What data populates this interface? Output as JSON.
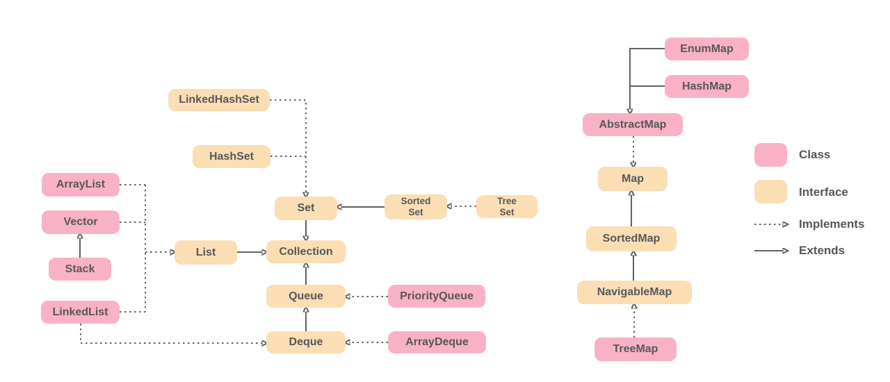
{
  "diagram": {
    "nodes": [
      {
        "id": "linkedhashset",
        "label": "LinkedHashSet",
        "style": "interface-color"
      },
      {
        "id": "hashset",
        "label": "HashSet",
        "style": "interface-color"
      },
      {
        "id": "arraylist",
        "label": "ArrayList",
        "style": "class-color"
      },
      {
        "id": "vector",
        "label": "Vector",
        "style": "class-color"
      },
      {
        "id": "stack",
        "label": "Stack",
        "style": "class-color"
      },
      {
        "id": "linkedlist",
        "label": "LinkedList",
        "style": "class-color"
      },
      {
        "id": "list",
        "label": "List",
        "style": "interface-color"
      },
      {
        "id": "set",
        "label": "Set",
        "style": "interface-color"
      },
      {
        "id": "collection",
        "label": "Collection",
        "style": "interface-color"
      },
      {
        "id": "queue",
        "label": "Queue",
        "style": "interface-color"
      },
      {
        "id": "deque",
        "label": "Deque",
        "style": "interface-color"
      },
      {
        "id": "sortedset",
        "label": "Sorted\nSet",
        "style": "interface-color"
      },
      {
        "id": "treeset",
        "label": "Tree\nSet",
        "style": "interface-color"
      },
      {
        "id": "priorityqueue",
        "label": "PriorityQueue",
        "style": "class-color"
      },
      {
        "id": "arraydeque",
        "label": "ArrayDeque",
        "style": "class-color"
      },
      {
        "id": "enummap",
        "label": "EnumMap",
        "style": "class-color"
      },
      {
        "id": "hashmap",
        "label": "HashMap",
        "style": "class-color"
      },
      {
        "id": "abstractmap",
        "label": "AbstractMap",
        "style": "class-color"
      },
      {
        "id": "map",
        "label": "Map",
        "style": "interface-color"
      },
      {
        "id": "sortedmap",
        "label": "SortedMap",
        "style": "interface-color"
      },
      {
        "id": "navigablemap",
        "label": "NavigableMap",
        "style": "interface-color"
      },
      {
        "id": "treemap",
        "label": "TreeMap",
        "style": "class-color"
      }
    ],
    "edges": [
      {
        "from": "Stack",
        "to": "Vector",
        "type": "extends"
      },
      {
        "from": "ArrayList",
        "to": "List",
        "type": "implements"
      },
      {
        "from": "Vector",
        "to": "List",
        "type": "implements"
      },
      {
        "from": "LinkedList",
        "to": "List",
        "type": "implements"
      },
      {
        "from": "LinkedList",
        "to": "Deque",
        "type": "implements"
      },
      {
        "from": "LinkedHashSet",
        "to": "Set",
        "type": "implements"
      },
      {
        "from": "HashSet",
        "to": "Set",
        "type": "implements"
      },
      {
        "from": "List",
        "to": "Collection",
        "type": "extends"
      },
      {
        "from": "Set",
        "to": "Collection",
        "type": "extends"
      },
      {
        "from": "Queue",
        "to": "Collection",
        "type": "extends"
      },
      {
        "from": "Deque",
        "to": "Queue",
        "type": "extends"
      },
      {
        "from": "SortedSet",
        "to": "Set",
        "type": "extends"
      },
      {
        "from": "TreeSet",
        "to": "SortedSet",
        "type": "implements"
      },
      {
        "from": "PriorityQueue",
        "to": "Queue",
        "type": "implements"
      },
      {
        "from": "ArrayDeque",
        "to": "Deque",
        "type": "implements"
      },
      {
        "from": "EnumMap",
        "to": "AbstractMap",
        "type": "extends"
      },
      {
        "from": "HashMap",
        "to": "AbstractMap",
        "type": "extends"
      },
      {
        "from": "AbstractMap",
        "to": "Map",
        "type": "implements"
      },
      {
        "from": "SortedMap",
        "to": "Map",
        "type": "extends"
      },
      {
        "from": "NavigableMap",
        "to": "SortedMap",
        "type": "extends"
      },
      {
        "from": "TreeMap",
        "to": "NavigableMap",
        "type": "implements"
      }
    ]
  },
  "legend": {
    "class_label": "Class",
    "interface_label": "Interface",
    "implements_label": "Implements",
    "extends_label": "Extends"
  },
  "palette": {
    "class_fill": "#f9b1c6",
    "interface_fill": "#fbdeb4",
    "line_color": "#616161",
    "text_color": "#57585c"
  }
}
